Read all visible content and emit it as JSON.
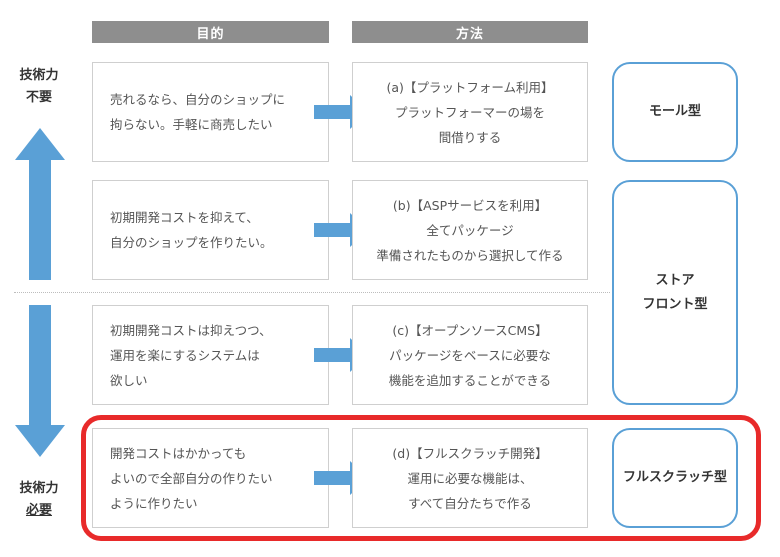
{
  "headers": {
    "goal": "目的",
    "method": "方法"
  },
  "side": {
    "top": [
      "技術力",
      "不要"
    ],
    "bottom": [
      "技術力",
      "必要"
    ]
  },
  "rows": [
    {
      "goal": [
        "売れるなら、自分のショップに",
        "拘らない。手軽に商売したい"
      ],
      "method": [
        "(a)【プラットフォーム利用】",
        "プラットフォーマーの場を",
        "間借りする"
      ]
    },
    {
      "goal": [
        "初期開発コストを抑えて、",
        "自分のショップを作りたい。"
      ],
      "method": [
        "(b)【ASPサービスを利用】",
        "全てパッケージ",
        "準備されたものから選択して作る"
      ]
    },
    {
      "goal": [
        "初期開発コストは抑えつつ、",
        "運用を楽にするシステムは",
        "欲しい"
      ],
      "method": [
        "(c)【オープンソースCMS】",
        "パッケージをベースに必要な",
        "機能を追加することができる"
      ]
    },
    {
      "goal": [
        "開発コストはかかっても",
        "よいので全部自分の作りたい",
        "ように作りたい"
      ],
      "method": [
        "(d)【フルスクラッチ開発】",
        "運用に必要な機能は、",
        "すべて自分たちで作る"
      ]
    }
  ],
  "categories": [
    {
      "lines": [
        "モール型"
      ]
    },
    {
      "lines": [
        "ストア",
        "フロント型"
      ]
    },
    {
      "lines": [
        "フルスクラッチ型"
      ]
    }
  ],
  "colors": {
    "arrow": "#5aa0d6",
    "highlight": "#e82a2a",
    "header": "#8e8e8e"
  }
}
